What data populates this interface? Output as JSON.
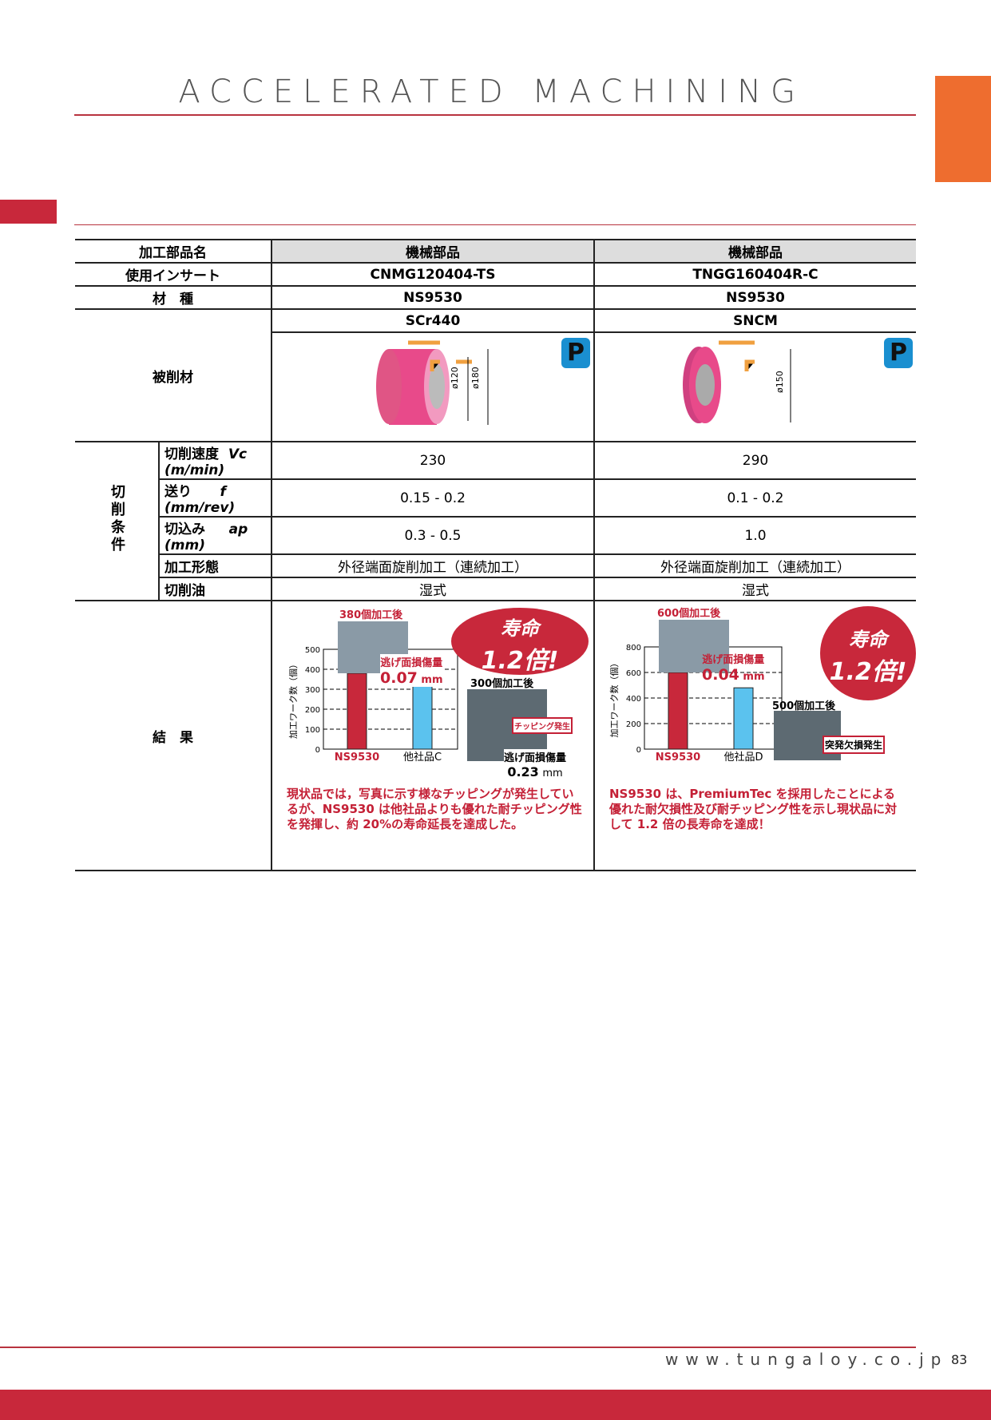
{
  "header": {
    "brand": "ACCELERATED MACHINING"
  },
  "table": {
    "row_labels": {
      "part": "加工部品名",
      "insert": "使用インサート",
      "grade": "材　種",
      "workpiece": "被削材",
      "result": "結　果"
    },
    "cond_group": "切削条件",
    "cond_labels": [
      "切削速度",
      "送り",
      "切込み",
      "加工形態",
      "切削油"
    ],
    "cond_units": [
      "Vc (m/min)",
      "f (mm/rev)",
      "ap (mm)",
      "",
      ""
    ],
    "cases": [
      {
        "part": "機械部品",
        "insert": "CNMG120404-TS",
        "grade": "NS9530",
        "material": "SCr440",
        "dims": [
          "ø120",
          "ø180"
        ],
        "badge": "P",
        "conds": [
          "230",
          "0.15 - 0.2",
          "0.3 - 0.5",
          "外径端面旋削加工（連続加工）",
          "湿式"
        ],
        "photo_label": "380個加工後",
        "wear_label": "逃げ面損傷量",
        "wear_value": "0.07",
        "wear_unit": "mm",
        "comp_label": "300個加工後",
        "comp_note": "チッピング発生",
        "comp_wear_label": "逃げ面損傷量",
        "comp_wear_value": "0.23",
        "comp_wear_unit": "mm",
        "life_title": "寿命",
        "life_value": "1.2倍!",
        "desc": "現状品では，写真に示す様なチッピングが発生しているが、NS9530 は他社品よりも優れた耐チッピング性を発揮し、約 20%の寿命延長を達成した。"
      },
      {
        "part": "機械部品",
        "insert": "TNGG160404R-C",
        "grade": "NS9530",
        "material": "SNCM",
        "dims": [
          "ø150"
        ],
        "badge": "P",
        "conds": [
          "290",
          "0.1 - 0.2",
          "1.0",
          "外径端面旋削加工（連続加工）",
          "湿式"
        ],
        "photo_label": "600個加工後",
        "wear_label": "逃げ面損傷量",
        "wear_value": "0.04",
        "wear_unit": "mm",
        "comp_label": "500個加工後",
        "comp_note": "突発欠損発生",
        "life_title": "寿命",
        "life_value": "1.2倍!",
        "desc": "NS9530 は、PremiumTec を採用したことによる優れた耐欠損性及び耐チッピング性を示し現状品に対して 1.2 倍の長寿命を達成！"
      }
    ]
  },
  "chart_data": [
    {
      "type": "bar",
      "categories": [
        "NS9530",
        "他社品C"
      ],
      "values": [
        380,
        330
      ],
      "ylabel": "加工ワーク数（個）",
      "ylim": [
        0,
        500
      ],
      "yticks": [
        0,
        100,
        200,
        300,
        400,
        500
      ],
      "colors": [
        "#c8283b",
        "#5bc2ee"
      ]
    },
    {
      "type": "bar",
      "categories": [
        "NS9530",
        "他社品D"
      ],
      "values": [
        600,
        480
      ],
      "ylabel": "加工ワーク数（個）",
      "ylim": [
        0,
        800
      ],
      "yticks": [
        0,
        200,
        400,
        600,
        800
      ],
      "colors": [
        "#c8283b",
        "#5bc2ee"
      ]
    }
  ],
  "footer": {
    "url": "www.tungaloy.co.jp",
    "page": "83"
  }
}
